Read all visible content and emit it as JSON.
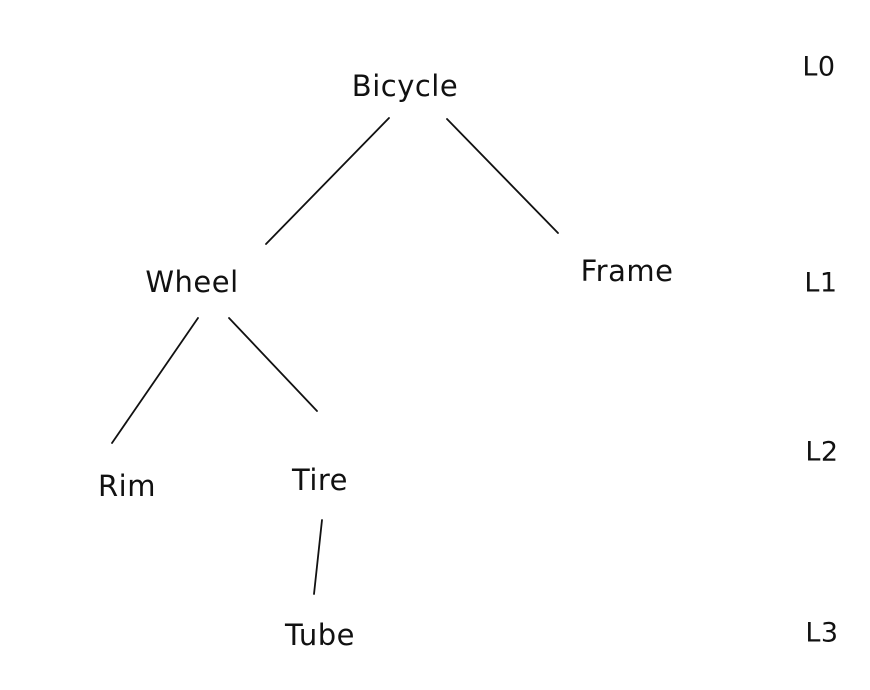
{
  "diagram": {
    "type": "tree",
    "nodes": [
      {
        "id": "bicycle",
        "label": "Bicycle",
        "level": "L0",
        "parent": null
      },
      {
        "id": "wheel",
        "label": "Wheel",
        "level": "L1",
        "parent": "bicycle"
      },
      {
        "id": "frame",
        "label": "Frame",
        "level": "L1",
        "parent": "bicycle"
      },
      {
        "id": "rim",
        "label": "Rim",
        "level": "L2",
        "parent": "wheel"
      },
      {
        "id": "tire",
        "label": "Tire",
        "level": "L2",
        "parent": "wheel"
      },
      {
        "id": "tube",
        "label": "Tube",
        "level": "L3",
        "parent": "tire"
      }
    ],
    "edges": [
      {
        "from": "bicycle",
        "to": "wheel"
      },
      {
        "from": "bicycle",
        "to": "frame"
      },
      {
        "from": "wheel",
        "to": "rim"
      },
      {
        "from": "wheel",
        "to": "tire"
      },
      {
        "from": "tire",
        "to": "tube"
      }
    ],
    "level_labels": [
      {
        "label": "L0"
      },
      {
        "label": "L1"
      },
      {
        "label": "L2"
      },
      {
        "label": "L3"
      }
    ],
    "colors": {
      "ink": "#111111",
      "background": "#ffffff"
    }
  }
}
